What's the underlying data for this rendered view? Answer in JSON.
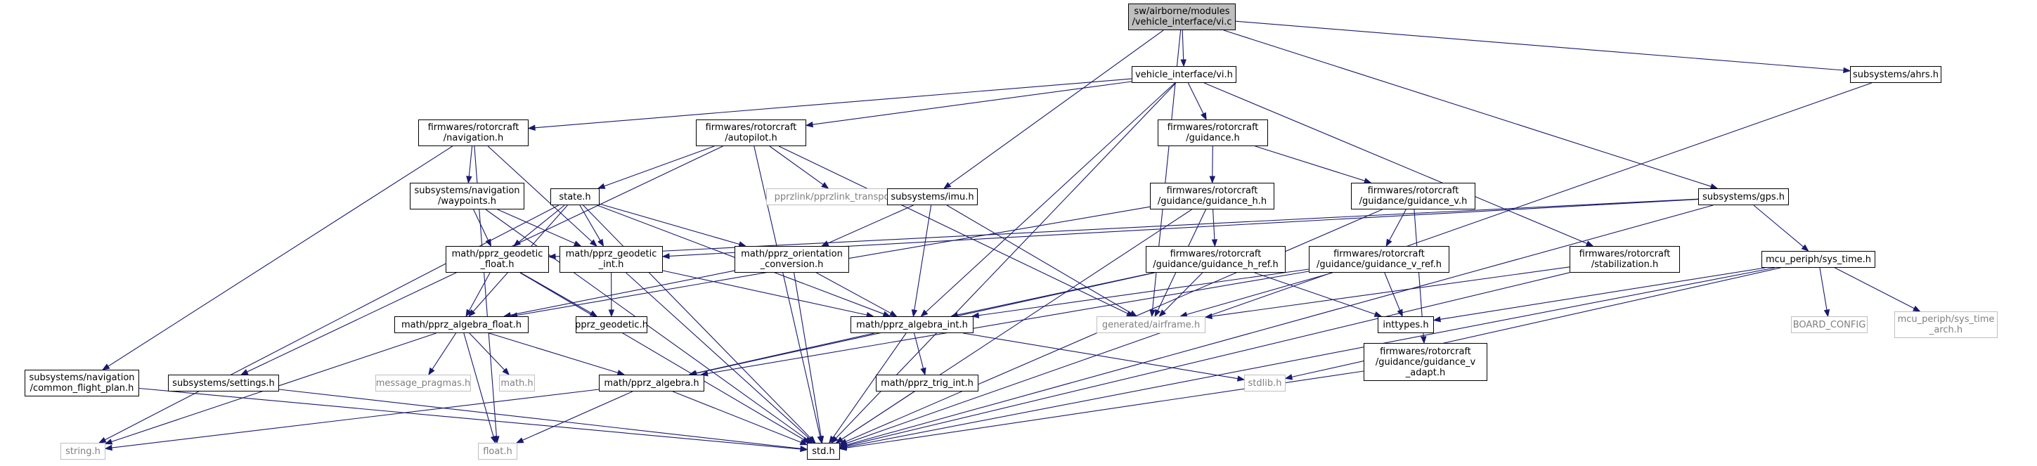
{
  "graph": {
    "root": "vi_c",
    "edge_color": "#191970",
    "missing_node_color": "#bfbfbf",
    "nodes": {
      "vi_c": {
        "label": "sw/airborne/modules\n/vehicle_interface/vi.c",
        "linked": false
      },
      "vi_h": {
        "label": "vehicle_interface/vi.h",
        "linked": true
      },
      "ahrs_h": {
        "label": "subsystems/ahrs.h",
        "linked": true
      },
      "navigation_h": {
        "label": "firmwares/rotorcraft\n/navigation.h",
        "linked": true
      },
      "autopilot_h": {
        "label": "firmwares/rotorcraft\n/autopilot.h",
        "linked": true
      },
      "guidance_h": {
        "label": "firmwares/rotorcraft\n/guidance.h",
        "linked": true
      },
      "waypoints_h": {
        "label": "subsystems/navigation\n/waypoints.h",
        "linked": true
      },
      "state_h": {
        "label": "state.h",
        "linked": true
      },
      "pprzlink_transport_h": {
        "label": "pprzlink/pprzlink_transport.h",
        "linked": false
      },
      "imu_h": {
        "label": "subsystems/imu.h",
        "linked": true
      },
      "guidance_h_h": {
        "label": "firmwares/rotorcraft\n/guidance/guidance_h.h",
        "linked": true
      },
      "guidance_v_h": {
        "label": "firmwares/rotorcraft\n/guidance/guidance_v.h",
        "linked": true
      },
      "gps_h": {
        "label": "subsystems/gps.h",
        "linked": true
      },
      "pprz_geodetic_float_h": {
        "label": "math/pprz_geodetic\n_float.h",
        "linked": true
      },
      "pprz_geodetic_int_h": {
        "label": "math/pprz_geodetic\n_int.h",
        "linked": true
      },
      "pprz_orientation_conversion_h": {
        "label": "math/pprz_orientation\n_conversion.h",
        "linked": true
      },
      "guidance_h_ref_h": {
        "label": "firmwares/rotorcraft\n/guidance/guidance_h_ref.h",
        "linked": true
      },
      "guidance_v_ref_h": {
        "label": "firmwares/rotorcraft\n/guidance/guidance_v_ref.h",
        "linked": true
      },
      "stabilization_h": {
        "label": "firmwares/rotorcraft\n/stabilization.h",
        "linked": true
      },
      "sys_time_h": {
        "label": "mcu_periph/sys_time.h",
        "linked": true
      },
      "pprz_algebra_float_h": {
        "label": "math/pprz_algebra_float.h",
        "linked": true
      },
      "pprz_geodetic_h": {
        "label": "pprz_geodetic.h",
        "linked": true
      },
      "pprz_algebra_int_h": {
        "label": "math/pprz_algebra_int.h",
        "linked": true
      },
      "airframe_h": {
        "label": "generated/airframe.h",
        "linked": false
      },
      "inttypes_h": {
        "label": "inttypes.h",
        "linked": true
      },
      "guidance_v_adapt_h": {
        "label": "firmwares/rotorcraft\n/guidance/guidance_v\n_adapt.h",
        "linked": true
      },
      "board_config": {
        "label": "BOARD_CONFIG",
        "linked": false
      },
      "sys_time_arch_h": {
        "label": "mcu_periph/sys_time\n_arch.h",
        "linked": false
      },
      "common_flight_plan_h": {
        "label": "subsystems/navigation\n/common_flight_plan.h",
        "linked": true
      },
      "settings_h": {
        "label": "subsystems/settings.h",
        "linked": true
      },
      "message_pragmas_h": {
        "label": "message_pragmas.h",
        "linked": false
      },
      "math_h": {
        "label": "math.h",
        "linked": false
      },
      "pprz_algebra_h": {
        "label": "math/pprz_algebra.h",
        "linked": true
      },
      "pprz_trig_int_h": {
        "label": "math/pprz_trig_int.h",
        "linked": true
      },
      "stdlib_h": {
        "label": "stdlib.h",
        "linked": false
      },
      "string_h": {
        "label": "string.h",
        "linked": false
      },
      "float_h": {
        "label": "float.h",
        "linked": false
      },
      "std_h": {
        "label": "std.h",
        "linked": true
      }
    },
    "edges": [
      [
        "vi_c",
        "vi_h"
      ],
      [
        "vi_c",
        "imu_h"
      ],
      [
        "vi_c",
        "airframe_h"
      ],
      [
        "vi_c",
        "gps_h"
      ],
      [
        "vi_c",
        "ahrs_h"
      ],
      [
        "vi_h",
        "navigation_h"
      ],
      [
        "vi_h",
        "autopilot_h"
      ],
      [
        "vi_h",
        "guidance_h"
      ],
      [
        "vi_h",
        "stabilization_h"
      ],
      [
        "vi_h",
        "pprz_algebra_int_h"
      ],
      [
        "vi_h",
        "std_h"
      ],
      [
        "ahrs_h",
        "std_h"
      ],
      [
        "navigation_h",
        "waypoints_h"
      ],
      [
        "navigation_h",
        "pprz_geodetic_int_h"
      ],
      [
        "navigation_h",
        "common_flight_plan_h"
      ],
      [
        "navigation_h",
        "float_h"
      ],
      [
        "autopilot_h",
        "state_h"
      ],
      [
        "autopilot_h",
        "pprzlink_transport_h"
      ],
      [
        "autopilot_h",
        "settings_h"
      ],
      [
        "autopilot_h",
        "airframe_h"
      ],
      [
        "autopilot_h",
        "std_h"
      ],
      [
        "guidance_h",
        "guidance_h_h"
      ],
      [
        "guidance_h",
        "guidance_v_h"
      ],
      [
        "waypoints_h",
        "pprz_geodetic_float_h"
      ],
      [
        "waypoints_h",
        "pprz_geodetic_int_h"
      ],
      [
        "waypoints_h",
        "std_h"
      ],
      [
        "state_h",
        "pprz_algebra_float_h"
      ],
      [
        "state_h",
        "pprz_geodetic_float_h"
      ],
      [
        "state_h",
        "pprz_geodetic_int_h"
      ],
      [
        "state_h",
        "pprz_orientation_conversion_h"
      ],
      [
        "state_h",
        "pprz_algebra_int_h"
      ],
      [
        "state_h",
        "std_h"
      ],
      [
        "state_h",
        "string_h"
      ],
      [
        "imu_h",
        "pprz_orientation_conversion_h"
      ],
      [
        "imu_h",
        "pprz_algebra_int_h"
      ],
      [
        "imu_h",
        "airframe_h"
      ],
      [
        "guidance_h_h",
        "pprz_algebra_float_h"
      ],
      [
        "guidance_h_h",
        "guidance_h_ref_h"
      ],
      [
        "guidance_h_h",
        "airframe_h"
      ],
      [
        "guidance_h_h",
        "std_h"
      ],
      [
        "guidance_v_h",
        "guidance_v_ref_h"
      ],
      [
        "guidance_v_h",
        "guidance_v_adapt_h"
      ],
      [
        "guidance_v_h",
        "std_h"
      ],
      [
        "gps_h",
        "pprz_geodetic_float_h"
      ],
      [
        "gps_h",
        "pprz_geodetic_int_h"
      ],
      [
        "gps_h",
        "sys_time_h"
      ],
      [
        "gps_h",
        "std_h"
      ],
      [
        "pprz_geodetic_float_h",
        "pprz_geodetic_h"
      ],
      [
        "pprz_geodetic_float_h",
        "pprz_algebra_float_h"
      ],
      [
        "pprz_geodetic_float_h",
        "std_h"
      ],
      [
        "pprz_geodetic_int_h",
        "pprz_geodetic_h"
      ],
      [
        "pprz_geodetic_int_h",
        "pprz_algebra_int_h"
      ],
      [
        "pprz_geodetic_int_h",
        "std_h"
      ],
      [
        "pprz_orientation_conversion_h",
        "pprz_algebra_float_h"
      ],
      [
        "pprz_orientation_conversion_h",
        "pprz_algebra_int_h"
      ],
      [
        "pprz_orientation_conversion_h",
        "std_h"
      ],
      [
        "guidance_h_ref_h",
        "pprz_algebra_int_h"
      ],
      [
        "guidance_h_ref_h",
        "airframe_h"
      ],
      [
        "guidance_h_ref_h",
        "inttypes_h"
      ],
      [
        "guidance_h_ref_h",
        "pprz_algebra_h"
      ],
      [
        "guidance_v_ref_h",
        "pprz_algebra_int_h"
      ],
      [
        "guidance_v_ref_h",
        "airframe_h"
      ],
      [
        "guidance_v_ref_h",
        "inttypes_h"
      ],
      [
        "guidance_v_ref_h",
        "pprz_algebra_h"
      ],
      [
        "stabilization_h",
        "airframe_h"
      ],
      [
        "stabilization_h",
        "std_h"
      ],
      [
        "sys_time_h",
        "inttypes_h"
      ],
      [
        "sys_time_h",
        "board_config"
      ],
      [
        "sys_time_h",
        "sys_time_arch_h"
      ],
      [
        "sys_time_h",
        "stdlib_h"
      ],
      [
        "sys_time_h",
        "std_h"
      ],
      [
        "pprz_algebra_float_h",
        "message_pragmas_h"
      ],
      [
        "pprz_algebra_float_h",
        "math_h"
      ],
      [
        "pprz_algebra_float_h",
        "pprz_algebra_h"
      ],
      [
        "pprz_algebra_float_h",
        "float_h"
      ],
      [
        "pprz_algebra_float_h",
        "string_h"
      ],
      [
        "pprz_algebra_int_h",
        "pprz_algebra_h"
      ],
      [
        "pprz_algebra_int_h",
        "pprz_trig_int_h"
      ],
      [
        "pprz_algebra_int_h",
        "stdlib_h"
      ],
      [
        "pprz_algebra_int_h",
        "std_h"
      ],
      [
        "guidance_v_adapt_h",
        "std_h"
      ],
      [
        "common_flight_plan_h",
        "std_h"
      ],
      [
        "settings_h",
        "std_h"
      ],
      [
        "pprz_algebra_h",
        "float_h"
      ],
      [
        "pprz_algebra_h",
        "string_h"
      ],
      [
        "pprz_algebra_h",
        "std_h"
      ],
      [
        "pprz_trig_int_h",
        "std_h"
      ]
    ]
  }
}
